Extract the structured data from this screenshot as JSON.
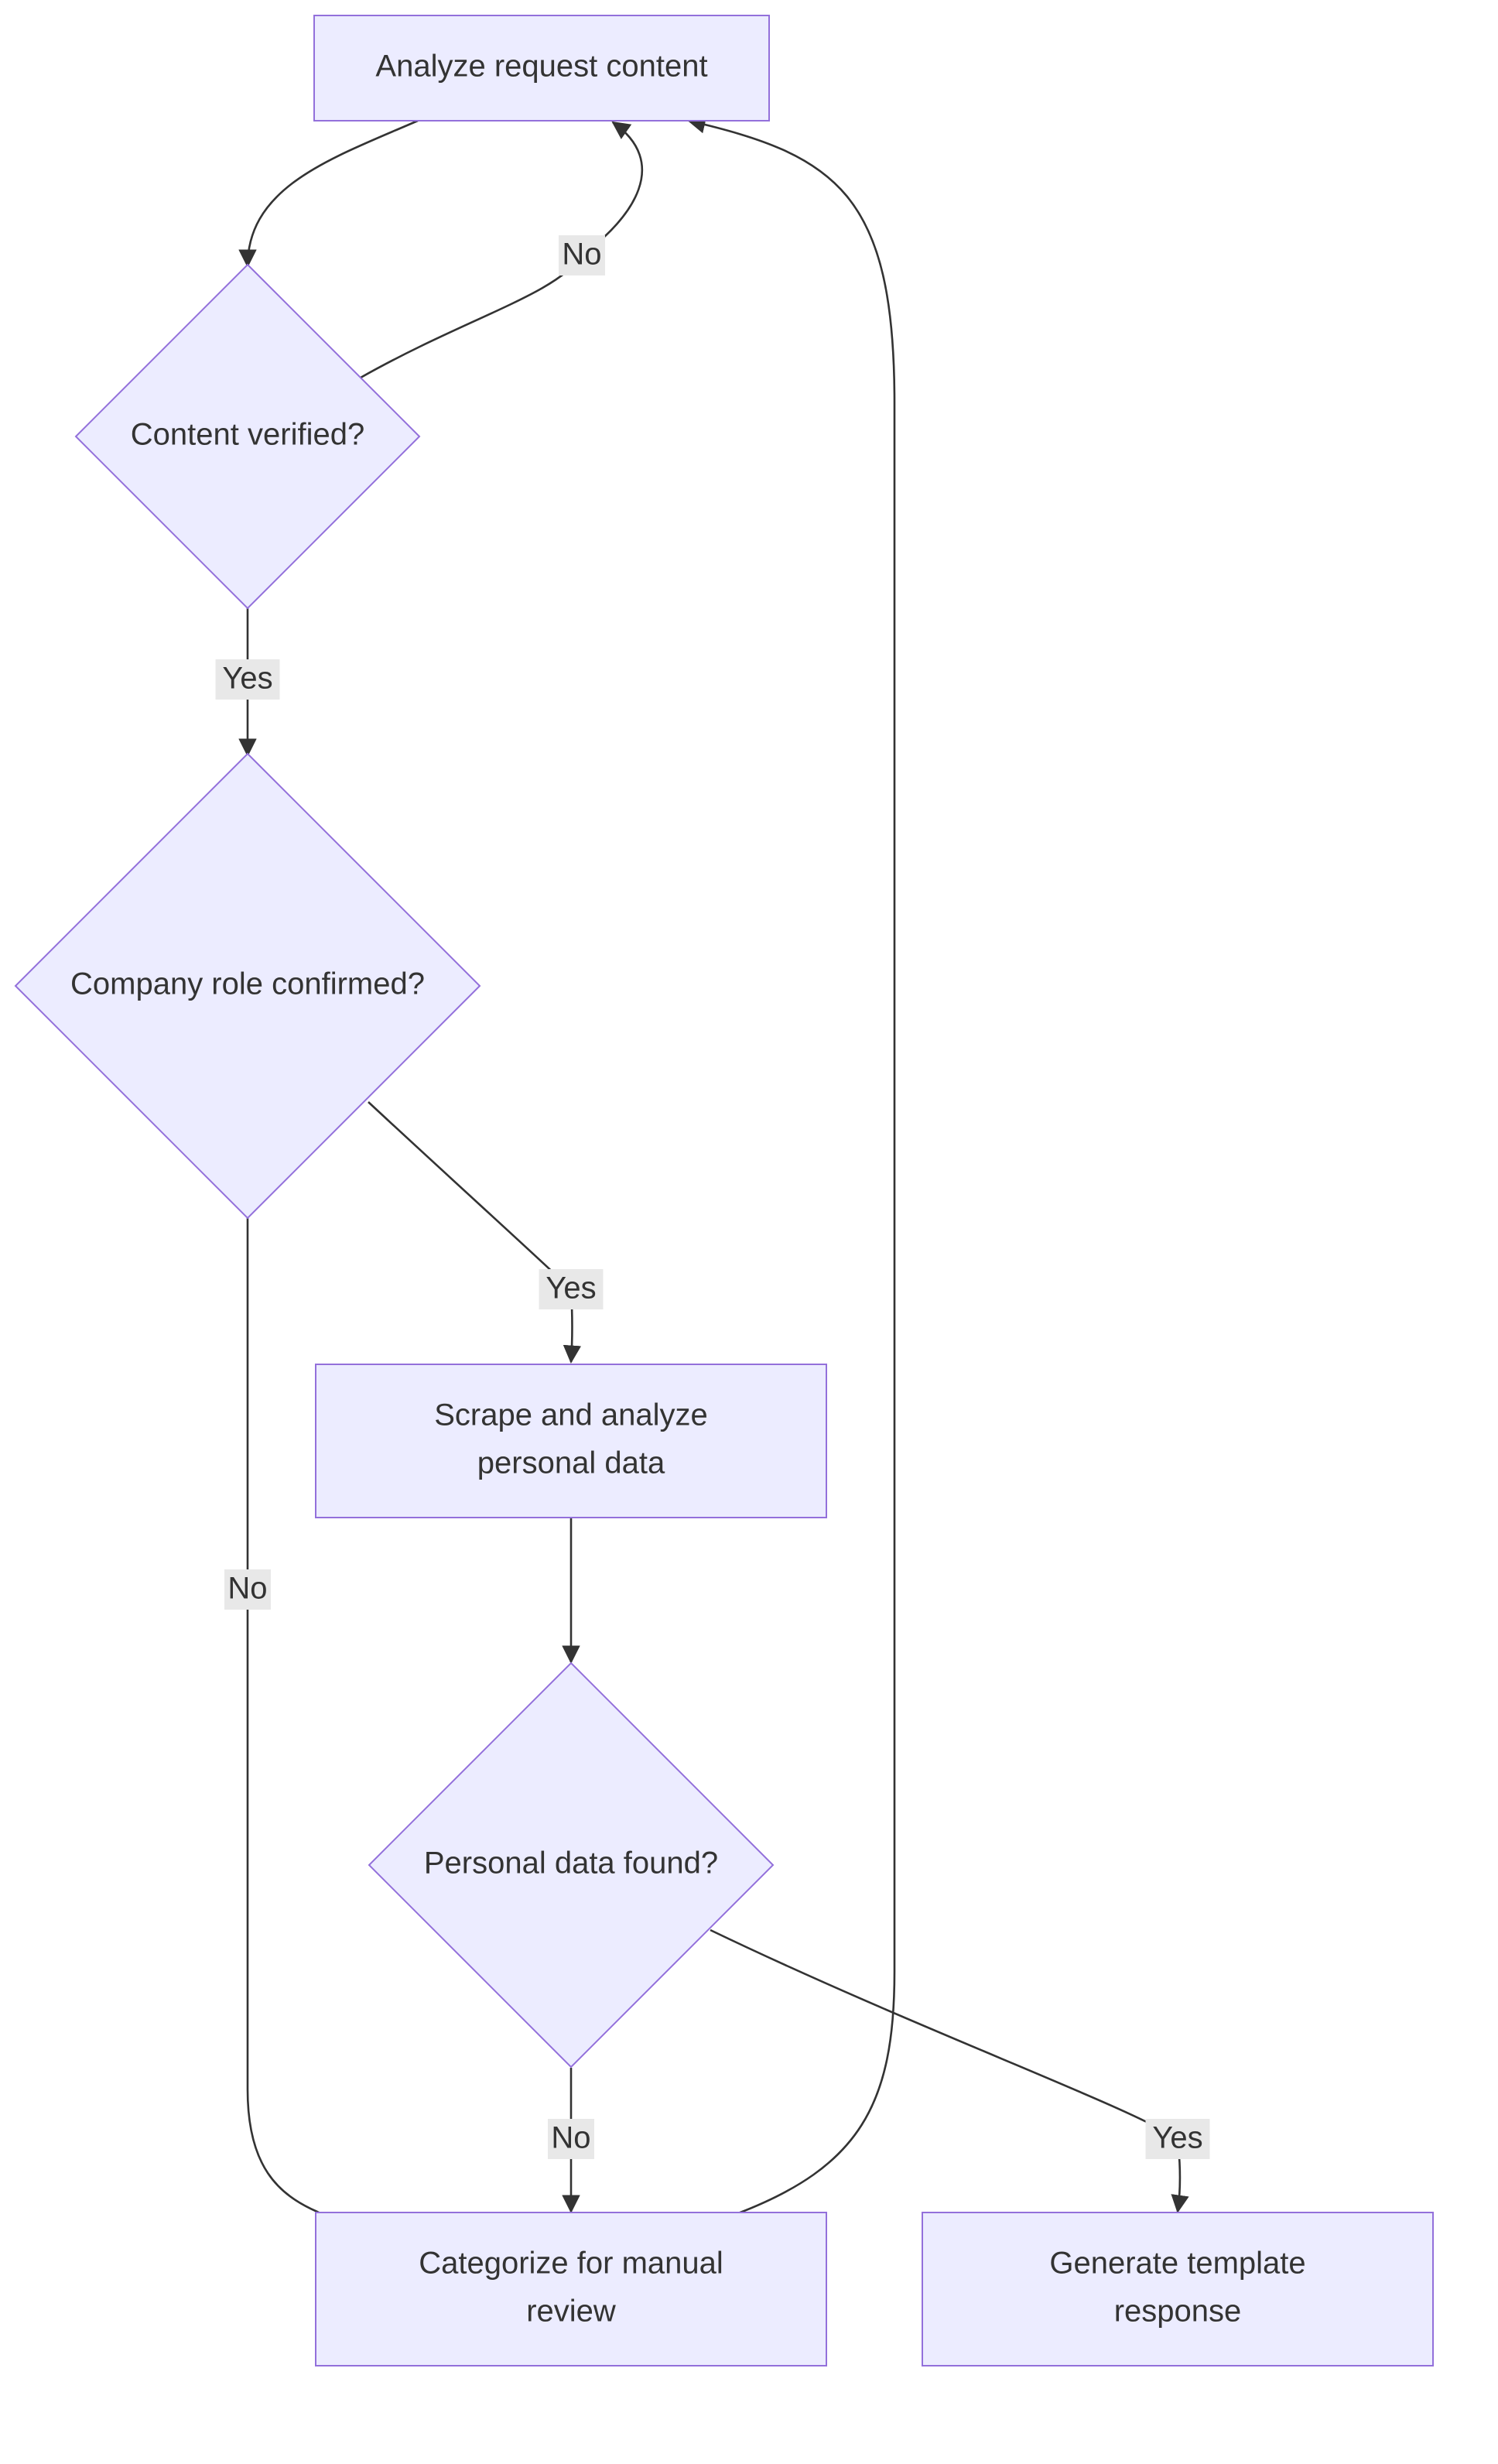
{
  "diagram": {
    "type": "flowchart",
    "nodes": {
      "analyze": {
        "shape": "rect",
        "lines": [
          "Analyze request content"
        ]
      },
      "verified": {
        "shape": "diamond",
        "lines": [
          "Content verified?"
        ]
      },
      "role": {
        "shape": "diamond",
        "lines": [
          "Company role confirmed?"
        ]
      },
      "scrape": {
        "shape": "rect",
        "lines": [
          "Scrape and analyze",
          "personal data"
        ]
      },
      "found": {
        "shape": "diamond",
        "lines": [
          "Personal data found?"
        ]
      },
      "manual": {
        "shape": "rect",
        "lines": [
          "Categorize for manual",
          "review"
        ]
      },
      "template": {
        "shape": "rect",
        "lines": [
          "Generate template",
          "response"
        ]
      }
    },
    "edges": [
      {
        "from": "analyze",
        "to": "verified",
        "label": ""
      },
      {
        "from": "verified",
        "to": "analyze",
        "label": "No"
      },
      {
        "from": "verified",
        "to": "role",
        "label": "Yes"
      },
      {
        "from": "role",
        "to": "scrape",
        "label": "Yes"
      },
      {
        "from": "role",
        "to": "manual",
        "label": "No"
      },
      {
        "from": "scrape",
        "to": "found",
        "label": ""
      },
      {
        "from": "found",
        "to": "manual",
        "label": "No"
      },
      {
        "from": "found",
        "to": "template",
        "label": "Yes"
      },
      {
        "from": "manual",
        "to": "analyze",
        "label": ""
      }
    ]
  },
  "colors": {
    "node_fill": "#ECECFF",
    "node_stroke": "#9370DB",
    "edge": "#333333",
    "label_background": "#E8E8E8"
  }
}
